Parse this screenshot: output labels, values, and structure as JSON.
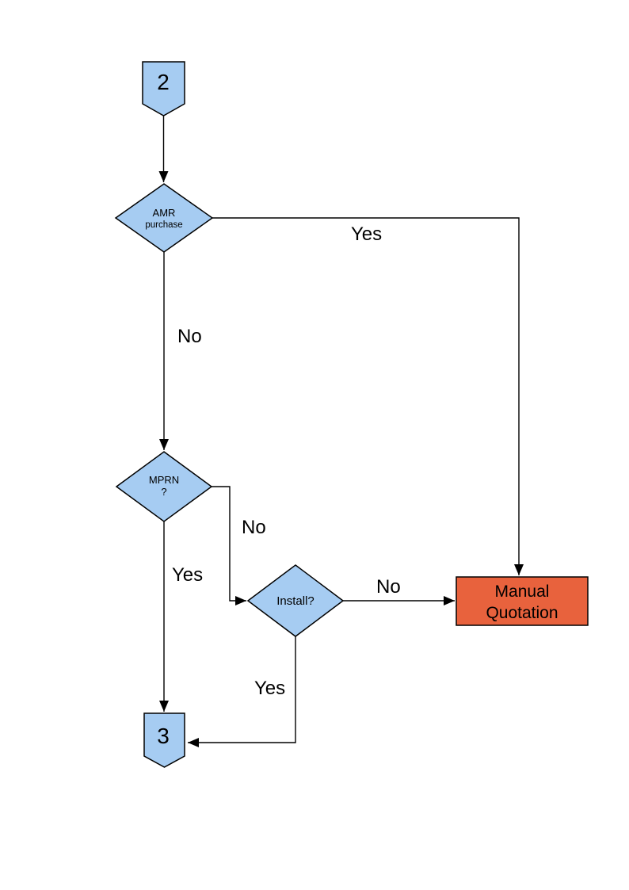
{
  "colors": {
    "node_fill": "#A6CCF2",
    "node_stroke": "#000000",
    "manual_fill": "#E8623D",
    "edge": "#000000",
    "background": "#FFFFFF"
  },
  "nodes": {
    "connector_2": {
      "label": "2"
    },
    "amr_purchase": {
      "line1": "AMR",
      "line2": "purchase"
    },
    "mprn": {
      "line1": "MPRN",
      "line2": "?"
    },
    "install": {
      "label": "Install?"
    },
    "manual_quotation": {
      "line1": "Manual",
      "line2": "Quotation"
    },
    "connector_3": {
      "label": "3"
    }
  },
  "edge_labels": {
    "amr_yes": "Yes",
    "amr_no": "No",
    "mprn_no": "No",
    "mprn_yes": "Yes",
    "install_no": "No",
    "install_yes": "Yes"
  }
}
